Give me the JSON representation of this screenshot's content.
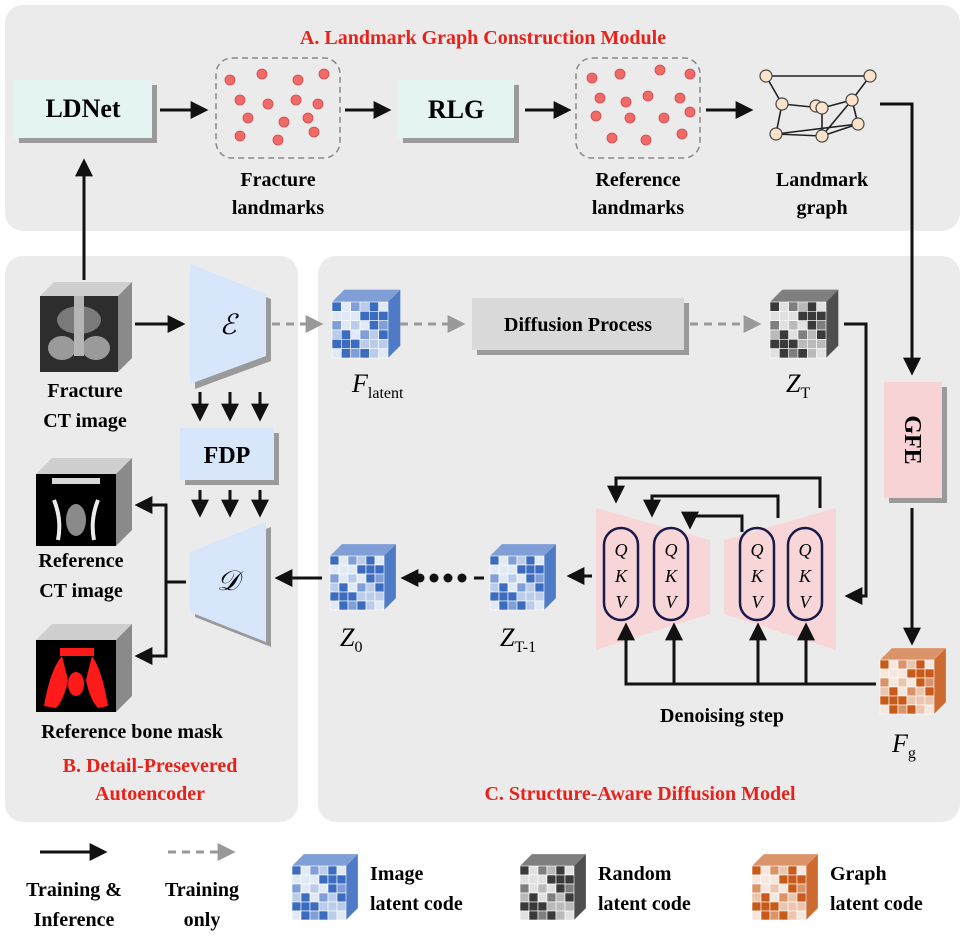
{
  "modules": {
    "a_title": "A. Landmark Graph Construction Module",
    "b_title_line1": "B. Detail-Presevered",
    "b_title_line2": "Autoencoder",
    "c_title": "C. Structure-Aware Diffusion Model"
  },
  "blocks": {
    "ldnet": "LDNet",
    "rlg": "RLG",
    "fdp": "FDP",
    "gfe": "GFE",
    "diffusion_process": "Diffusion Process",
    "encoder_symbol": "ℰ",
    "decoder_symbol": "𝒟"
  },
  "labels": {
    "fracture_landmarks_1": "Fracture",
    "fracture_landmarks_2": "landmarks",
    "reference_landmarks_1": "Reference",
    "reference_landmarks_2": "landmarks",
    "landmark_graph_1": "Landmark",
    "landmark_graph_2": "graph",
    "fracture_ct_1": "Fracture",
    "fracture_ct_2": "CT image",
    "reference_ct_1": "Reference",
    "reference_ct_2": "CT image",
    "reference_mask": "Reference bone mask",
    "denoising_step": "Denoising step"
  },
  "math": {
    "f_latent_main": "F",
    "f_latent_sub": "latent",
    "z_t_main": "Z",
    "z_t_sub": "T",
    "z_0_main": "Z",
    "z_0_sub": "0",
    "z_t1_main": "Z",
    "z_t1_sub": "T-1",
    "f_g_main": "F",
    "f_g_sub": "g",
    "attn_q": "Q",
    "attn_k": "K",
    "attn_v": "V"
  },
  "legend": {
    "training_inference_1": "Training &",
    "training_inference_2": "Inference",
    "training_only_1": "Training",
    "training_only_2": "only",
    "image_latent_1": "Image",
    "image_latent_2": "latent code",
    "random_latent_1": "Random",
    "random_latent_2": "latent code",
    "graph_latent_1": "Graph",
    "graph_latent_2": "latent code"
  },
  "colors": {
    "panel_bg": "#ebebeb",
    "block_fill": "#e4f4f0",
    "encoder_fill": "#d7e6fb",
    "unet_fill": "#f8d6d8",
    "gfe_fill": "#f8d3d6",
    "title_red": "#e8221b",
    "landmark_dot": "#f06a6a",
    "graph_node": "#fde3c9",
    "image_cube": "#3b6cc0",
    "random_cube": "#3a3a3a",
    "graph_cube": "#c85a1a"
  }
}
